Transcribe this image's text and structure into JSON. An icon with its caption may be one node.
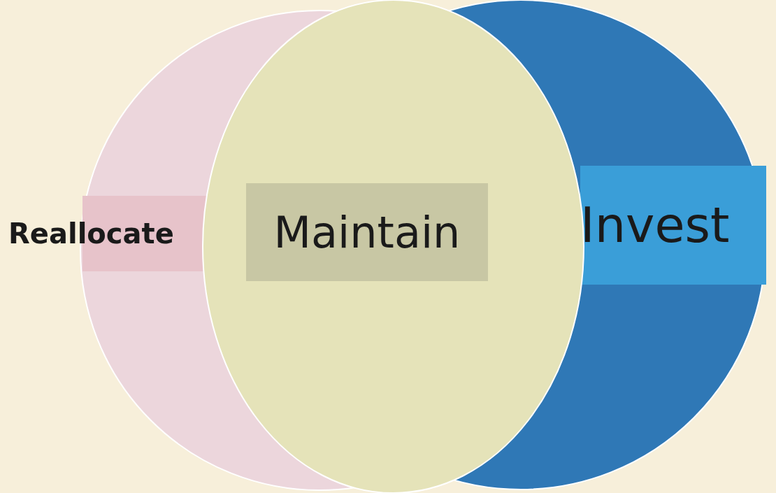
{
  "diagram": {
    "nodes": [
      {
        "text": [
          "Reallocate"
        ]
      },
      {
        "text": [
          "Maintain"
        ]
      },
      {
        "text": [
          "Invest"
        ]
      }
    ]
  }
}
